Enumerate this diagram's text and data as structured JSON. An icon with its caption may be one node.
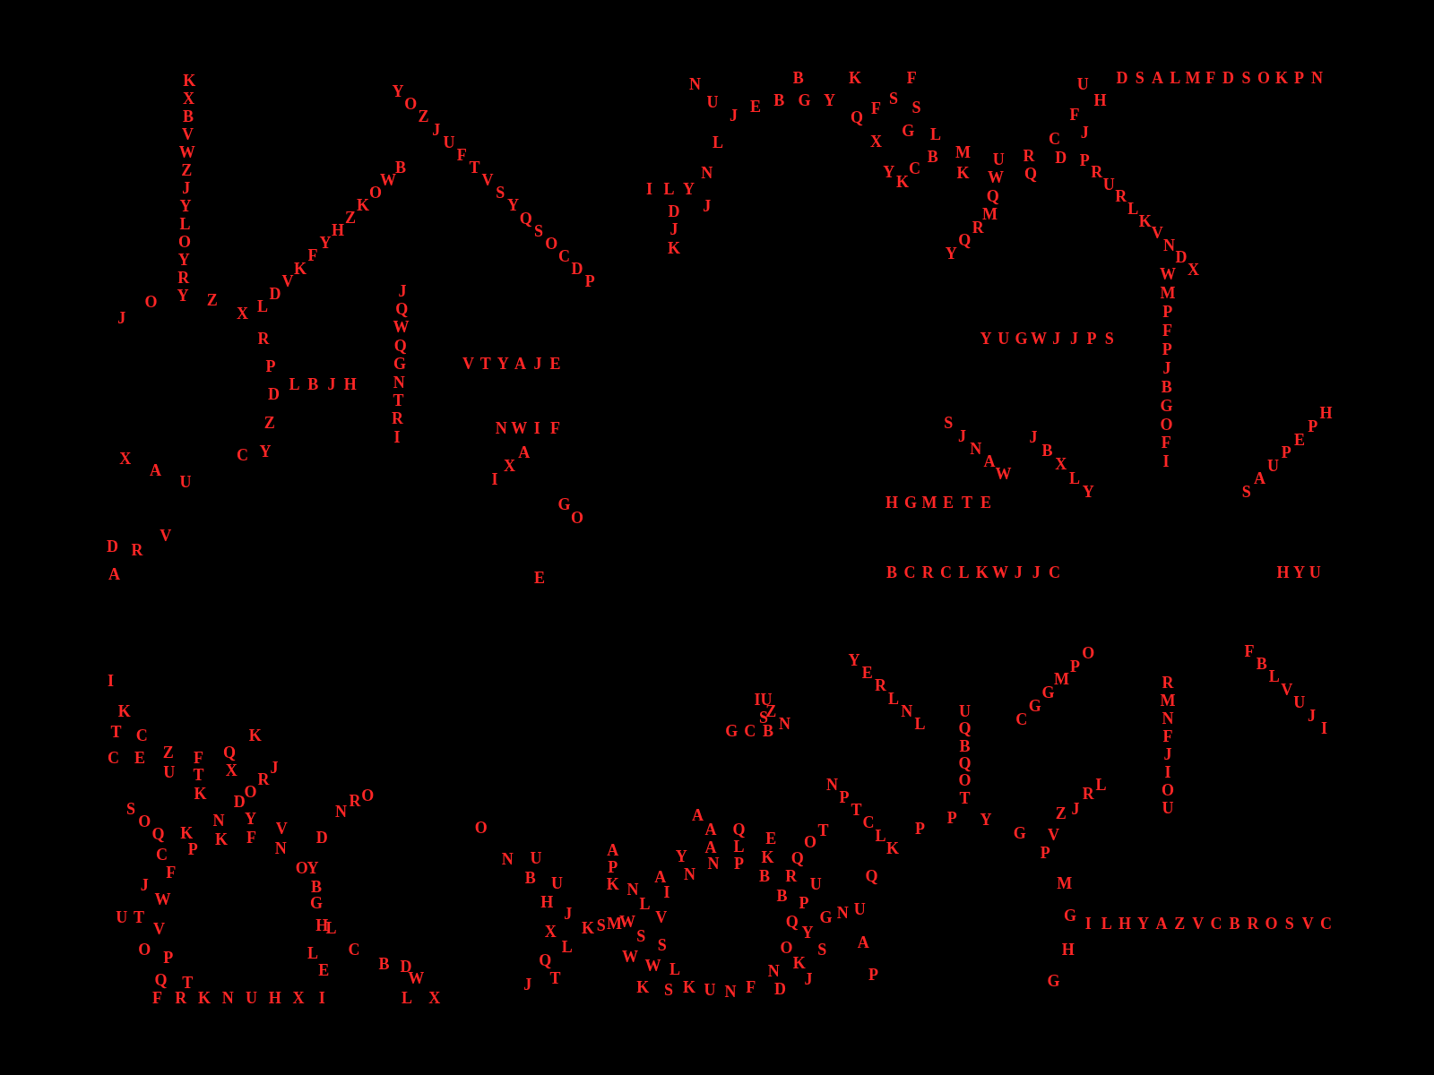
{
  "diagram": {
    "labels": [
      "KXBVWZJYLOYRY",
      "YOZJUFTVSYQSOCDP",
      "LDVKFYHZKOWB",
      "JO",
      "ZX",
      "RPDZY",
      "LBJH",
      "JQWQGNTRI",
      "VTYAJE",
      "NWIF",
      "IXA",
      "GO",
      "E",
      "XAU",
      "C",
      "DRV",
      "A",
      "NUJEBGY",
      "BKF",
      "QFSS",
      "XGL",
      "YKCBM",
      "K",
      "LNJ",
      "ILY",
      "DJK",
      "YQRMQWU",
      "RQ",
      "CD",
      "FJ",
      "UH",
      "PRURLKVNDX",
      "DSALMFDSOKPN",
      "WMPFPJBGOFI",
      "YUGWJJPS",
      "SJNAW",
      "JBXLY",
      "HGMETE",
      "BCRCLKWJJC",
      "HYU",
      "SAUPEPH",
      "CGGMPO",
      "FBLVUJI",
      "RMNFJIOU",
      "YERLNL",
      "UQBQOT",
      "NPTCLK",
      "PPYGVZJRL",
      "PMGHG",
      "ILHYAZVCBROSVC",
      "GCB",
      "IUZSN",
      "YNAIVSL",
      "AAAN",
      "QLP",
      "EKB",
      "TOQRBP",
      "GNU",
      "QYSA",
      "OKNDJ",
      "UQP",
      "APK",
      "NL",
      "KSMW",
      "SWWK",
      "SKUNF",
      "NUBUHJXLQTJ",
      "O",
      "KTCCEZUFTK",
      "QXKRJ",
      "ODYF",
      "SOQCFJWV",
      "UT",
      "KPNK",
      "VNDNRO",
      "OYBGHLLECBDW",
      "OPQT",
      "FRKNUHXI",
      "LX",
      "I"
    ]
  }
}
